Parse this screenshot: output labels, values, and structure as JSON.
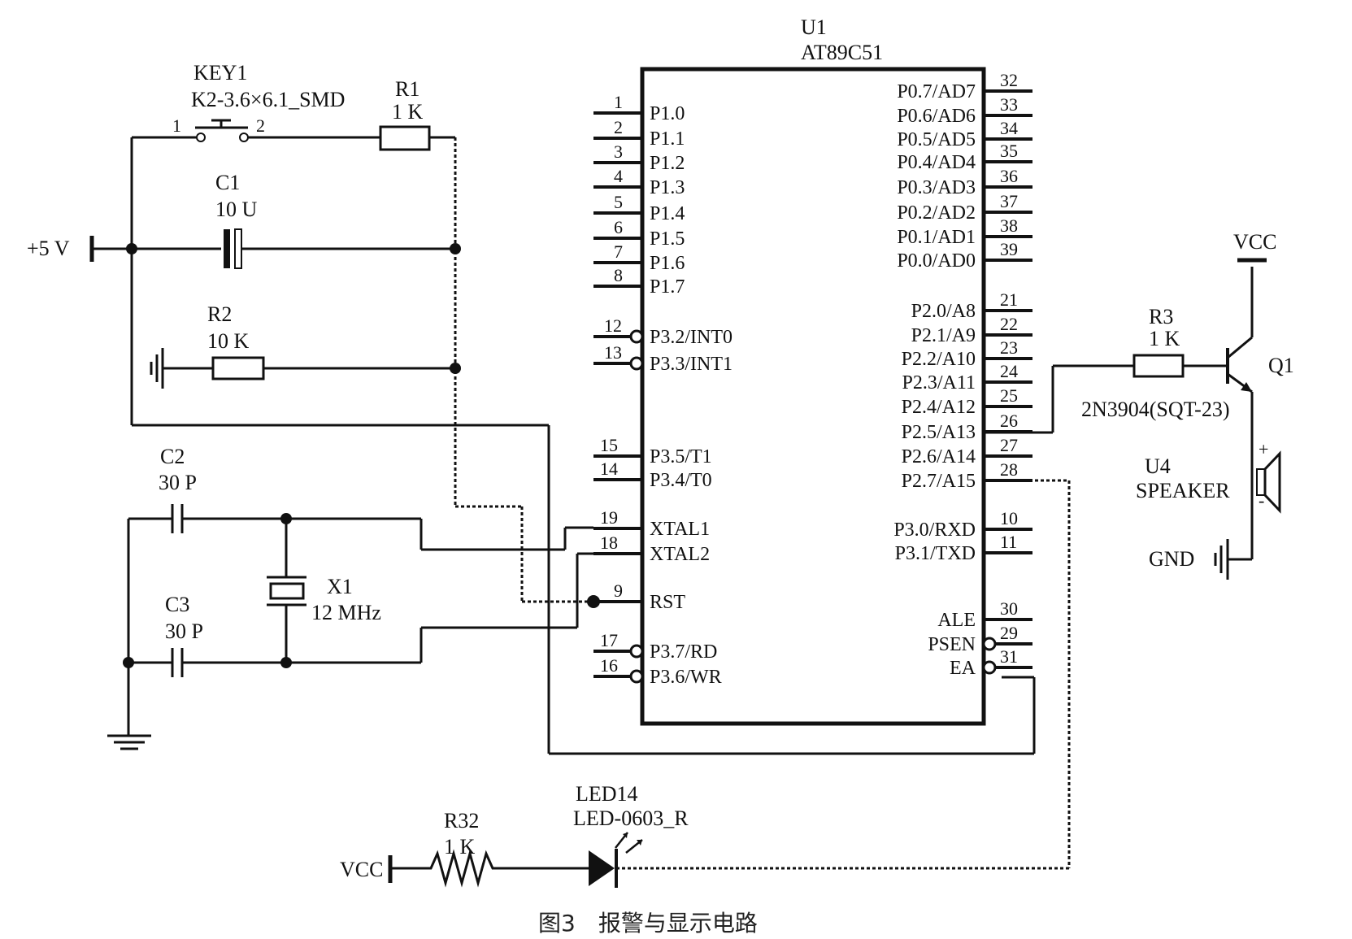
{
  "chip": {
    "ref": "U1",
    "part": "AT89C51",
    "left_pins": [
      {
        "num": "1",
        "name": "P1.0"
      },
      {
        "num": "2",
        "name": "P1.1"
      },
      {
        "num": "3",
        "name": "P1.2"
      },
      {
        "num": "4",
        "name": "P1.3"
      },
      {
        "num": "5",
        "name": "P1.4"
      },
      {
        "num": "6",
        "name": "P1.5"
      },
      {
        "num": "7",
        "name": "P1.6"
      },
      {
        "num": "8",
        "name": "P1.7"
      },
      {
        "num": "12",
        "name": "P3.2/INT0"
      },
      {
        "num": "13",
        "name": "P3.3/INT1"
      },
      {
        "num": "15",
        "name": "P3.5/T1"
      },
      {
        "num": "14",
        "name": "P3.4/T0"
      },
      {
        "num": "19",
        "name": "XTAL1"
      },
      {
        "num": "18",
        "name": "XTAL2"
      },
      {
        "num": "9",
        "name": "RST"
      },
      {
        "num": "17",
        "name": "P3.7/RD"
      },
      {
        "num": "16",
        "name": "P3.6/WR"
      }
    ],
    "right_pins": [
      {
        "num": "32",
        "name": "P0.7/AD7"
      },
      {
        "num": "33",
        "name": "P0.6/AD6"
      },
      {
        "num": "34",
        "name": "P0.5/AD5"
      },
      {
        "num": "35",
        "name": "P0.4/AD4"
      },
      {
        "num": "36",
        "name": "P0.3/AD3"
      },
      {
        "num": "37",
        "name": "P0.2/AD2"
      },
      {
        "num": "38",
        "name": "P0.1/AD1"
      },
      {
        "num": "39",
        "name": "P0.0/AD0"
      },
      {
        "num": "21",
        "name": "P2.0/A8"
      },
      {
        "num": "22",
        "name": "P2.1/A9"
      },
      {
        "num": "23",
        "name": "P2.2/A10"
      },
      {
        "num": "24",
        "name": "P2.3/A11"
      },
      {
        "num": "25",
        "name": "P2.4/A12"
      },
      {
        "num": "26",
        "name": "P2.5/A13"
      },
      {
        "num": "27",
        "name": "P2.6/A14"
      },
      {
        "num": "28",
        "name": "P2.7/A15"
      },
      {
        "num": "10",
        "name": "P3.0/RXD"
      },
      {
        "num": "11",
        "name": "P3.1/TXD"
      },
      {
        "num": "30",
        "name": "ALE"
      },
      {
        "num": "29",
        "name": "PSEN"
      },
      {
        "num": "31",
        "name": "EA"
      }
    ]
  },
  "key1": {
    "ref": "KEY1",
    "part": "K2-3.6×6.1_SMD",
    "pin_a": "1",
    "pin_b": "2"
  },
  "r1": {
    "ref": "R1",
    "value": "1 K"
  },
  "c1": {
    "ref": "C1",
    "value": "10 U"
  },
  "r2": {
    "ref": "R2",
    "value": "10 K"
  },
  "supply": {
    "label": "+5 V"
  },
  "c2": {
    "ref": "C2",
    "value": "30 P"
  },
  "c3": {
    "ref": "C3",
    "value": "30 P"
  },
  "x1": {
    "ref": "X1",
    "value": "12 MHz"
  },
  "r3": {
    "ref": "R3",
    "value": "1 K"
  },
  "q1": {
    "ref": "Q1",
    "part": "2N3904(SQT-23)"
  },
  "vcc_top": {
    "label": "VCC"
  },
  "u4": {
    "ref": "U4",
    "part": "SPEAKER"
  },
  "gnd": {
    "label": "GND"
  },
  "r32": {
    "ref": "R32",
    "value": "1 K"
  },
  "led14": {
    "ref": "LED14",
    "part": "LED-0603_R"
  },
  "vcc_led": {
    "label": "VCC"
  },
  "caption": {
    "text": "图3　报警与显示电路"
  }
}
